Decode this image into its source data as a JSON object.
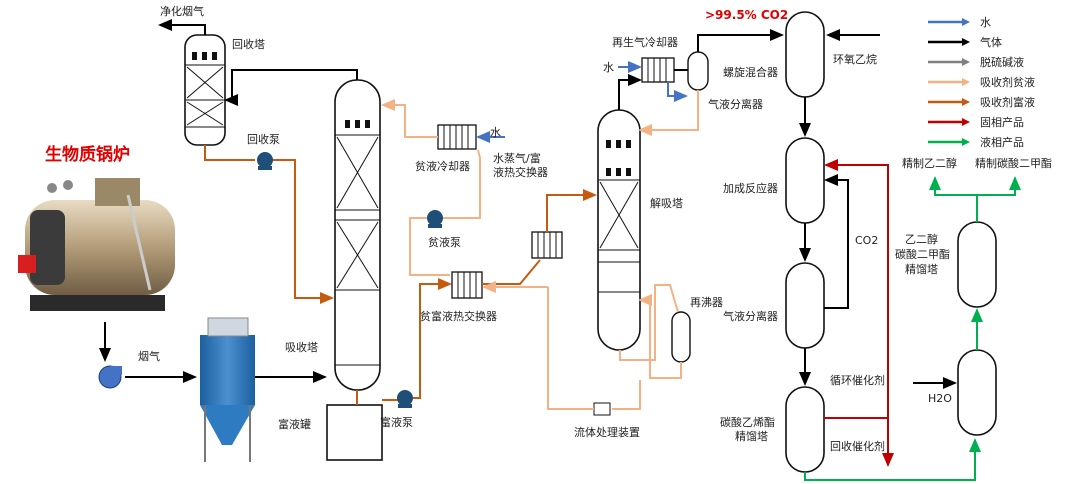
{
  "title": "生物质锅炉",
  "product_purity": ">99.5% CO2",
  "labels": {
    "clean_flue_gas": "净化烟气",
    "recovery_tower": "回收塔",
    "recovery_pump": "回收泵",
    "absorber": "吸收塔",
    "flue_gas": "烟气",
    "rich_tank": "富液罐",
    "rich_pump": "富液泵",
    "lean_cooler": "贫液冷却器",
    "water1": "水",
    "lean_pump": "贫液泵",
    "steam_exchanger": "水蒸气/富液热交换器",
    "lean_rich_exchanger": "贫富液热交换器",
    "regen_cooler": "再生气冷却器",
    "water2": "水",
    "gas_liquid_separator_top": "气液分离器",
    "stripper": "解吸塔",
    "reboiler": "再沸器",
    "fluid_treatment": "流体处理装置",
    "spiral_mixer": "螺旋混合器",
    "ethylene_oxide": "环氧乙烷",
    "addition_reactor": "加成反应器",
    "co2": "CO2",
    "gas_liquid_separator": "气液分离器",
    "recycle_catalyst": "循环催化剂",
    "ec_distillation": "碳酸乙烯酯精馏塔",
    "recover_catalyst": "回收催化剂",
    "refined_eg": "精制乙二醇",
    "refined_dmc": "精制碳酸二甲酯",
    "eg_dmc_distillation": "乙二醇碳酸二甲酯精馏塔",
    "h2o": "H2O"
  },
  "legend": [
    {
      "label": "水",
      "color": "#4472c4"
    },
    {
      "label": "气体",
      "color": "#000000"
    },
    {
      "label": "脱硫碱液",
      "color": "#808080"
    },
    {
      "label": "吸收剂贫液",
      "color": "#f4b183"
    },
    {
      "label": "吸收剂富液",
      "color": "#c55a11"
    },
    {
      "label": "固相产品",
      "color": "#c00000"
    },
    {
      "label": "液相产品",
      "color": "#00b050"
    }
  ]
}
